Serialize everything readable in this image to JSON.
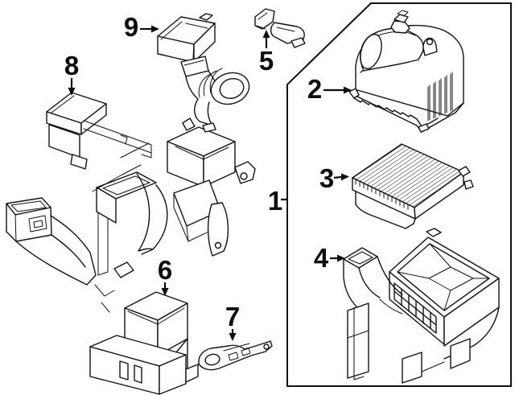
{
  "diagram": {
    "type": "exploded-parts-diagram",
    "background_color": "#ffffff",
    "line_color": "#121212",
    "callouts": [
      {
        "label": "1"
      },
      {
        "label": "2"
      },
      {
        "label": "3"
      },
      {
        "label": "4"
      },
      {
        "label": "5"
      },
      {
        "label": "6"
      },
      {
        "label": "7"
      },
      {
        "label": "8"
      },
      {
        "label": "9"
      }
    ]
  }
}
